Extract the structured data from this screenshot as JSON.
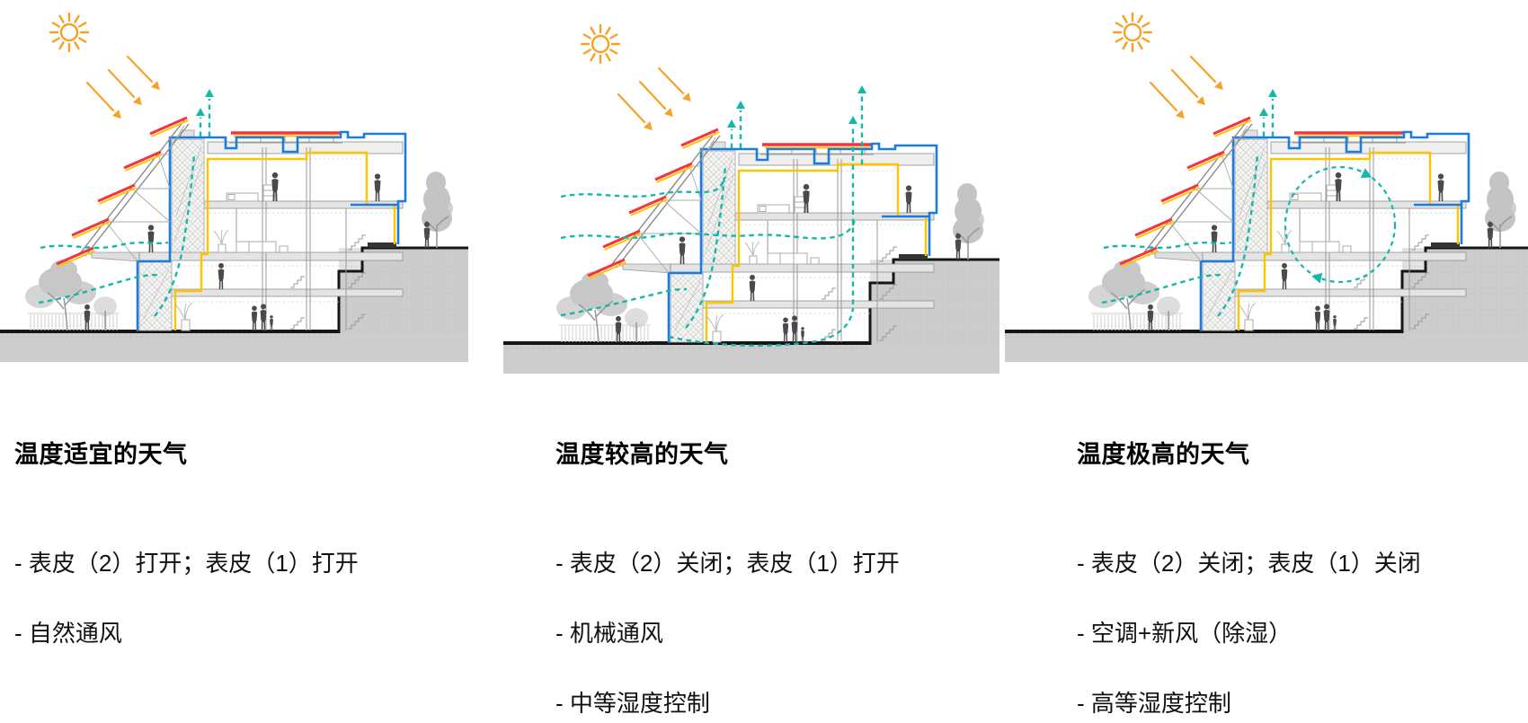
{
  "page": {
    "background": "#ffffff"
  },
  "colors": {
    "envelope_blue": "#1b7ce0",
    "inner_envelope_yellow": "#ffc400",
    "louver_red": "#f5333f",
    "sun_orange": "#f9a125",
    "airflow_teal": "#14b8aa",
    "silhouette_gray": "#4a4a4a",
    "ground_gray": "#cdcdcd",
    "text_black": "#000000"
  },
  "icons": [
    {
      "name": "sun-icon",
      "meaning": "solar radiation source"
    },
    {
      "name": "sunlight-arrows-icon",
      "meaning": "incident sunlight direction"
    },
    {
      "name": "airflow-arrows",
      "meaning": "ventilation air path (dashed teal)"
    }
  ],
  "panels": [
    {
      "id": "comfortable",
      "title": "温度适宜的天气",
      "bullets": [
        "- 表皮（2）打开；表皮（1）打开",
        "- 自然通风"
      ],
      "airflow_mode": "natural-ventilation"
    },
    {
      "id": "warm",
      "title": "温度较高的天气",
      "bullets": [
        "- 表皮（2）关闭；表皮（1）打开",
        "- 机械通风",
        "- 中等湿度控制"
      ],
      "airflow_mode": "mechanical-ventilation"
    },
    {
      "id": "hot",
      "title": "温度极高的天气",
      "bullets": [
        "- 表皮（2）关闭；表皮（1）关闭",
        "- 空调+新风（除湿）",
        "- 高等湿度控制"
      ],
      "airflow_mode": "air-conditioning-recirculation"
    }
  ]
}
